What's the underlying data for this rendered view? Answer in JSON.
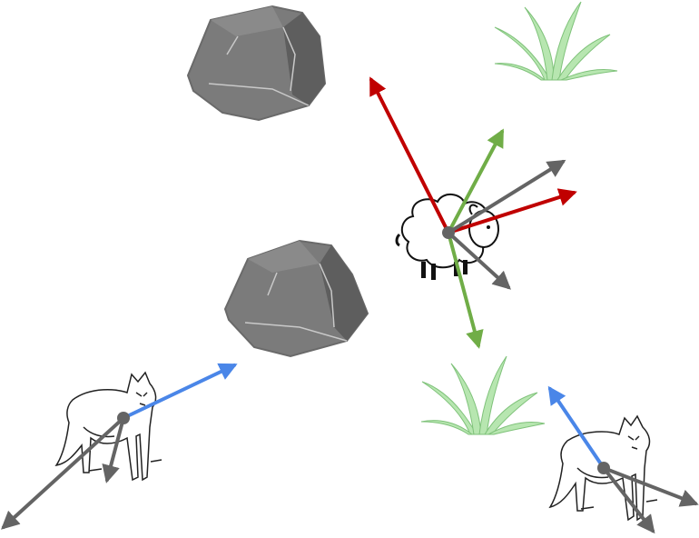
{
  "scene": {
    "entities": [
      {
        "id": "rock-top",
        "kind": "rock"
      },
      {
        "id": "rock-middle",
        "kind": "rock"
      },
      {
        "id": "grass-top-right",
        "kind": "grass"
      },
      {
        "id": "grass-middle-right",
        "kind": "grass"
      },
      {
        "id": "sheep",
        "kind": "sheep"
      },
      {
        "id": "wolf-left",
        "kind": "wolf"
      },
      {
        "id": "wolf-right",
        "kind": "wolf"
      }
    ],
    "vector_groups": [
      {
        "origin": "sheep",
        "vectors": [
          "red",
          "red",
          "green",
          "green",
          "gray",
          "gray"
        ]
      },
      {
        "origin": "wolf-left",
        "vectors": [
          "blue",
          "gray",
          "gray"
        ]
      },
      {
        "origin": "wolf-right",
        "vectors": [
          "blue",
          "gray",
          "gray"
        ]
      }
    ]
  },
  "colors": {
    "red": "#c00000",
    "green": "#70ad47",
    "blue": "#4a86e8",
    "gray": "#646464",
    "rock_fill": "#7b7b7b",
    "rock_dark": "#5a5a5a",
    "grass_fill": "#b7e6b0",
    "grass_stroke": "#7fc27a"
  }
}
